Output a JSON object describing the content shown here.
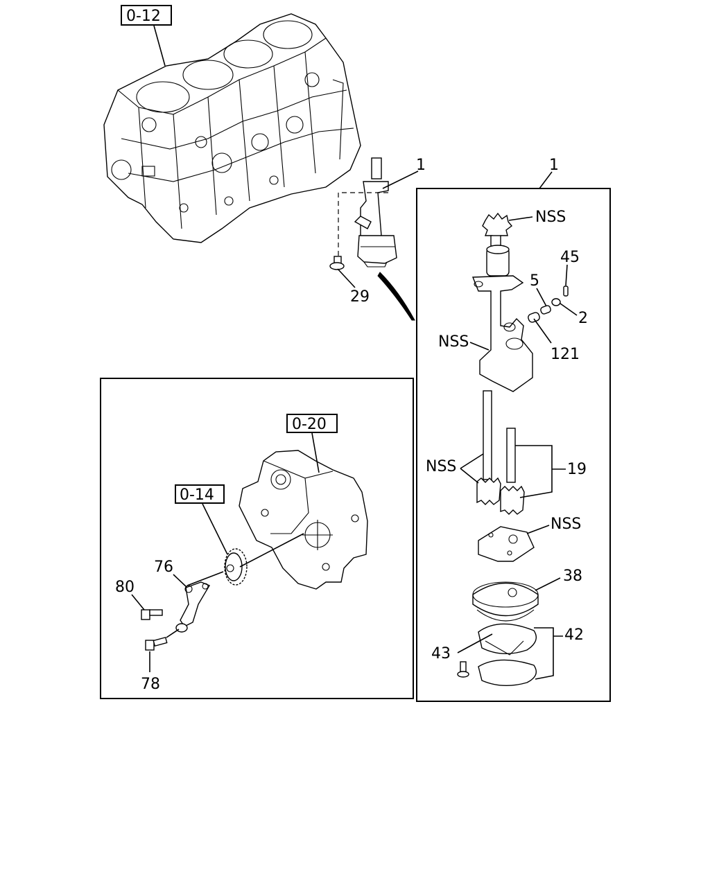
{
  "refs": {
    "block": "0-12",
    "front_cover": "0-20",
    "idler": "0-14"
  },
  "callouts": {
    "pump_assembly_outer": "1",
    "pump_assembly_inner": "1",
    "bolt_29": "29",
    "gear_nss": "NSS",
    "pin_45": "45",
    "valve_5": "5",
    "spring_2": "2",
    "plug_121": "121",
    "body_nss": "NSS",
    "shafts_nss": "NSS",
    "shaft_19": "19",
    "plate_nss": "NSS",
    "strainer_38": "38",
    "gasket_42": "42",
    "bolt_43": "43",
    "bracket_76": "76",
    "bolt_80": "80",
    "bolt_78": "78"
  }
}
